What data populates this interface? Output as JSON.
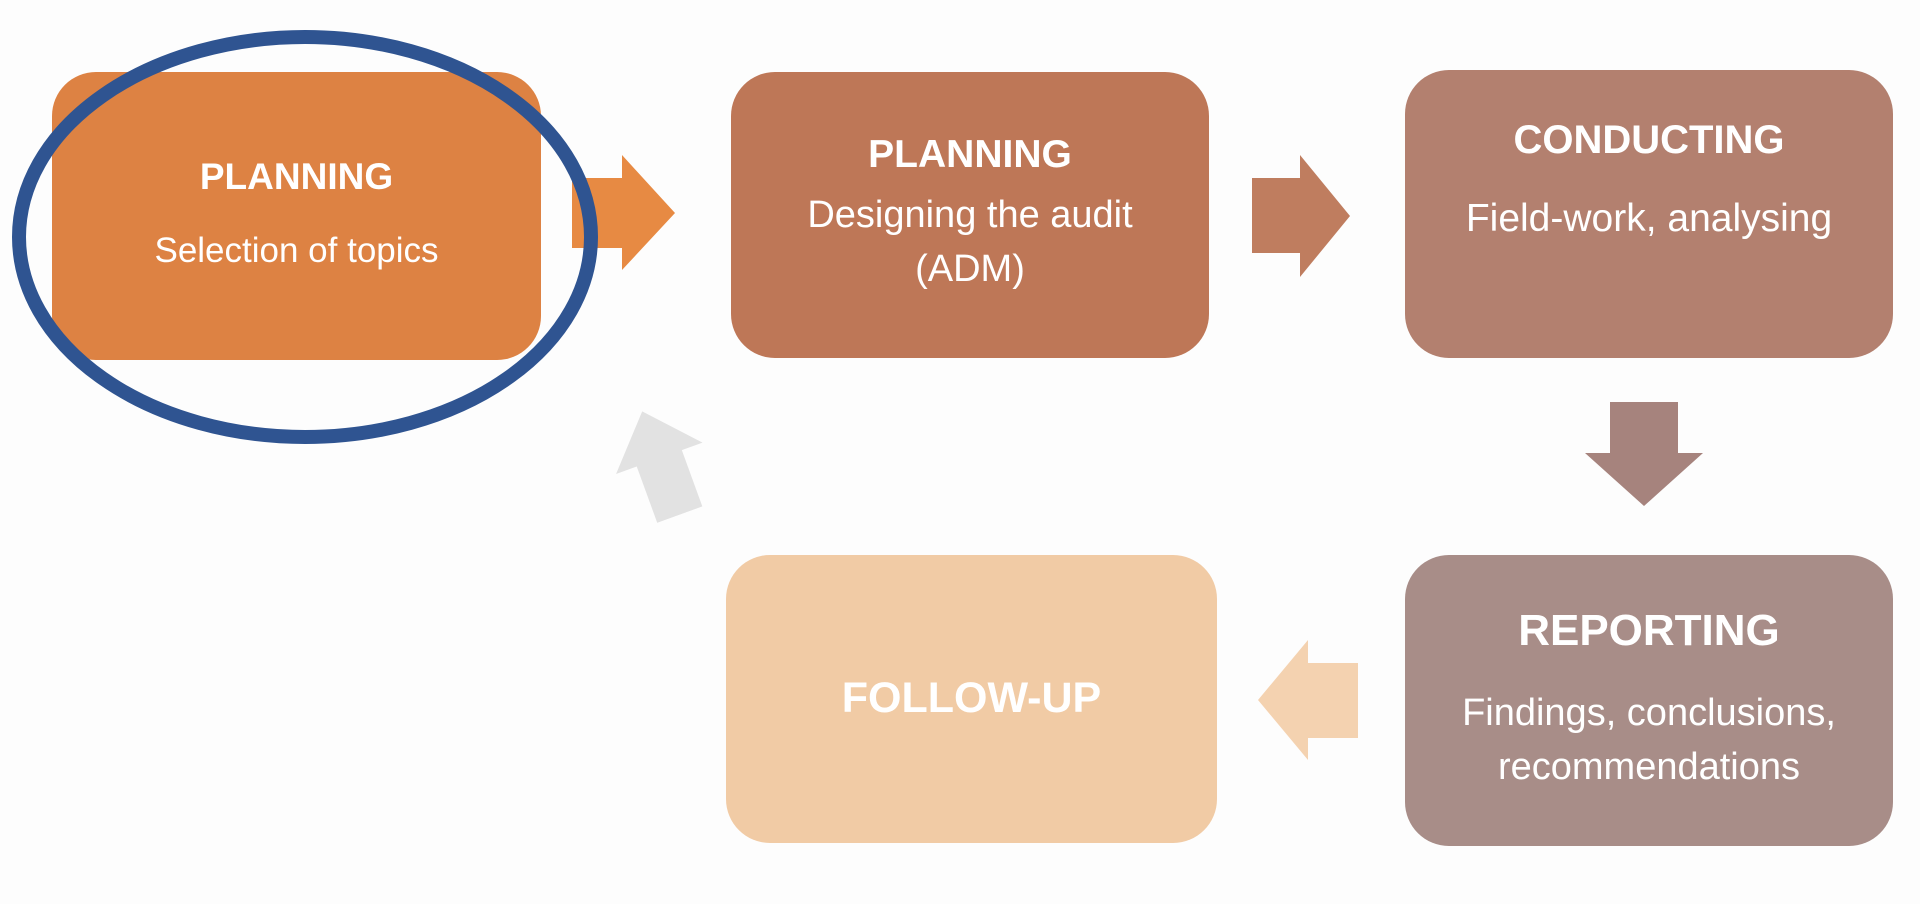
{
  "diagram": {
    "type": "cycle-flowchart",
    "background": "#FDFDFD",
    "steps": [
      {
        "label": "PLANNING",
        "sublabel": "Selection of topics",
        "color": "#DD8243",
        "text_color": "#FFFFFF",
        "highlighted": true
      },
      {
        "label": "PLANNING",
        "sublabel": "Designing the audit (ADM)",
        "color": "#BE7757",
        "text_color": "#FFFFFF",
        "highlighted": false
      },
      {
        "label": "CONDUCTING",
        "sublabel": "Field-work, analysing",
        "color": "#B3806F",
        "text_color": "#FFFFFF",
        "highlighted": false
      },
      {
        "label": "REPORTING",
        "sublabel": "Findings, conclusions, recommendations",
        "color": "#A88D88",
        "text_color": "#FFFFFF",
        "highlighted": false
      },
      {
        "label": "FOLLOW-UP",
        "sublabel": "",
        "color": "#F1CBA5",
        "text_color": "#FFFFFF",
        "highlighted": false
      }
    ],
    "arrows": [
      {
        "direction": "right",
        "from": "PLANNING (Selection of topics)",
        "to": "PLANNING (Designing the audit)",
        "color": "#E78A43"
      },
      {
        "direction": "right",
        "from": "PLANNING (Designing the audit)",
        "to": "CONDUCTING",
        "color": "#BF7D5F"
      },
      {
        "direction": "down",
        "from": "CONDUCTING",
        "to": "REPORTING",
        "color": "#A6837D"
      },
      {
        "direction": "left",
        "from": "REPORTING",
        "to": "FOLLOW-UP",
        "color": "#F4D2B0"
      },
      {
        "direction": "up",
        "from": "FOLLOW-UP",
        "to": "PLANNING (cycle restart)",
        "color": "#E2E2E2"
      }
    ],
    "highlight": {
      "shape": "ellipse",
      "around": "PLANNING (Selection of topics)",
      "color": "#2F5491"
    }
  }
}
